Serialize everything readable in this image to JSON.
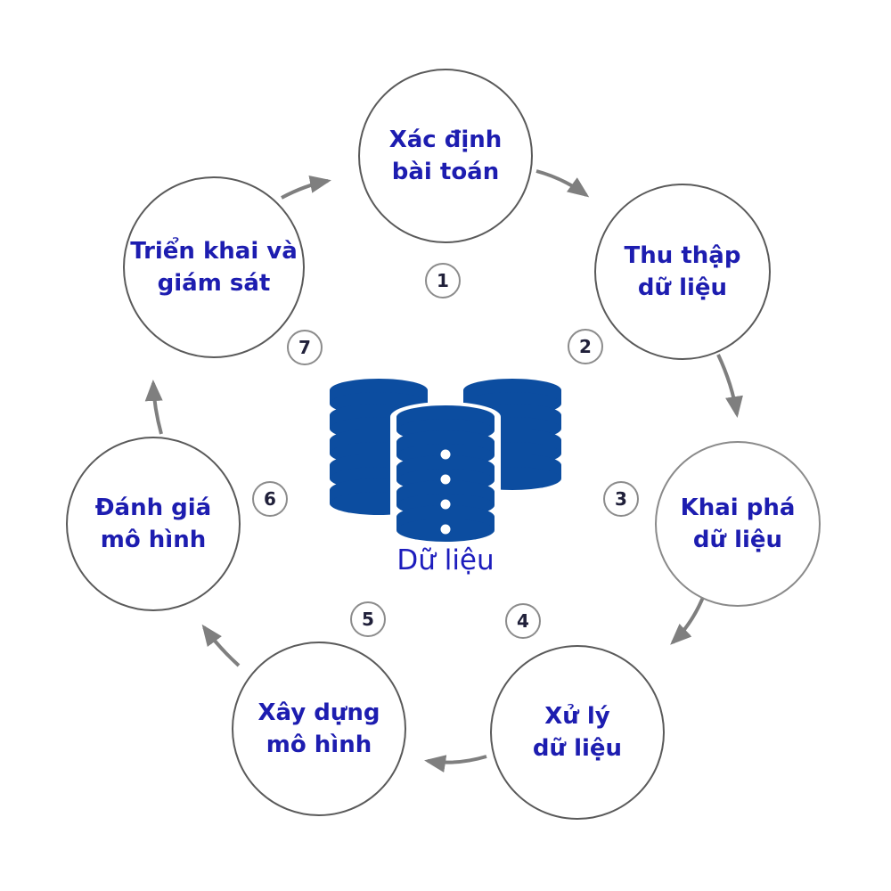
{
  "diagram": {
    "title_implicit": "",
    "center": {
      "icon": "database-icon",
      "label": "Dữ liệu"
    },
    "steps": [
      {
        "number": "1",
        "line1": "Xác định",
        "line2": "bài toán"
      },
      {
        "number": "2",
        "line1": "Thu thập",
        "line2": "dữ liệu"
      },
      {
        "number": "3",
        "line1": "Khai phá",
        "line2": "dữ liệu"
      },
      {
        "number": "4",
        "line1": "Xử lý",
        "line2": "dữ liệu"
      },
      {
        "number": "5",
        "line1": "Xây dựng",
        "line2": "mô hình"
      },
      {
        "number": "6",
        "line1": "Đánh giá",
        "line2": "mô hình"
      },
      {
        "number": "7",
        "line1": "Triển khai và",
        "line2": "giám sát"
      }
    ],
    "colors": {
      "label_text": "#1d1db0",
      "database_icon": "#0c4da0",
      "arrow": "#7f7f7f",
      "node_border": "#5a5a5a",
      "badge_border": "#8c8c8c"
    }
  }
}
